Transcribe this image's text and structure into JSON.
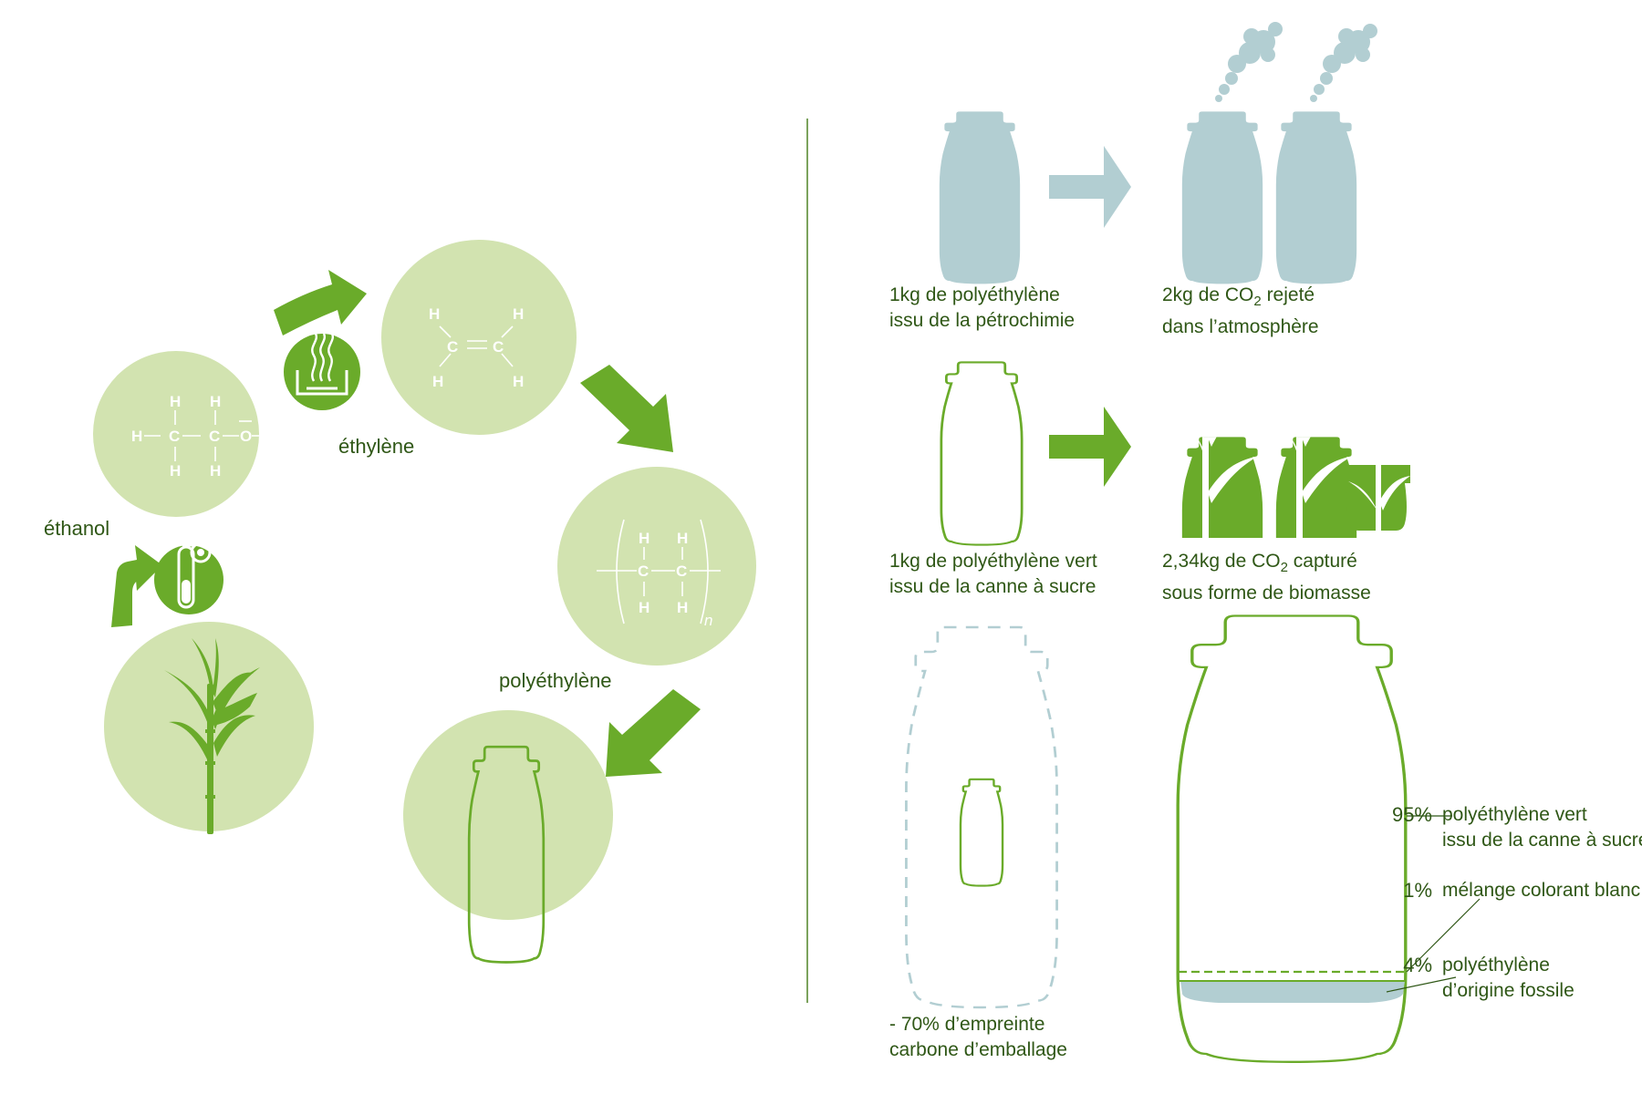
{
  "cycle": {
    "ethanol_label": "éthanol",
    "ethylene_label": "éthylène",
    "polyethylene_label": "polyéthylène"
  },
  "molecules": {
    "atom_h": "H",
    "atom_c": "C",
    "atom_o": "O",
    "subscript_n": "n"
  },
  "comparison": {
    "petro": {
      "line1": "1kg de polyéthylène",
      "line2": "issu de la pétrochimie"
    },
    "co2_rejected": {
      "line1_pre": "2kg de CO",
      "line1_sub": "2",
      "line1_post": " rejeté",
      "line2": "dans l’atmosphère"
    },
    "green": {
      "line1": "1kg de polyéthylène vert",
      "line2": "issu de la canne à sucre"
    },
    "co2_captured": {
      "line1_pre": "2,34kg de CO",
      "line1_sub": "2",
      "line1_post": " capturé",
      "line2": "sous forme de biomasse"
    },
    "footprint": {
      "line1": "- 70% d’empreinte",
      "line2": "carbone d’emballage"
    }
  },
  "composition": [
    {
      "percent": "95%",
      "line1": "polyéthylène vert",
      "line2": "issu de la canne à sucre"
    },
    {
      "percent": "1%",
      "line1": "mélange colorant blanc",
      "line2": ""
    },
    {
      "percent": "4%",
      "line1": "polyéthylène",
      "line2": "d’origine fossile"
    }
  ],
  "colors": {
    "green": "#6aab2a",
    "light_green": "#d2e3b0",
    "blue_grey": "#b2ced2",
    "text": "#2f5716",
    "divider": "#5a8a34"
  }
}
